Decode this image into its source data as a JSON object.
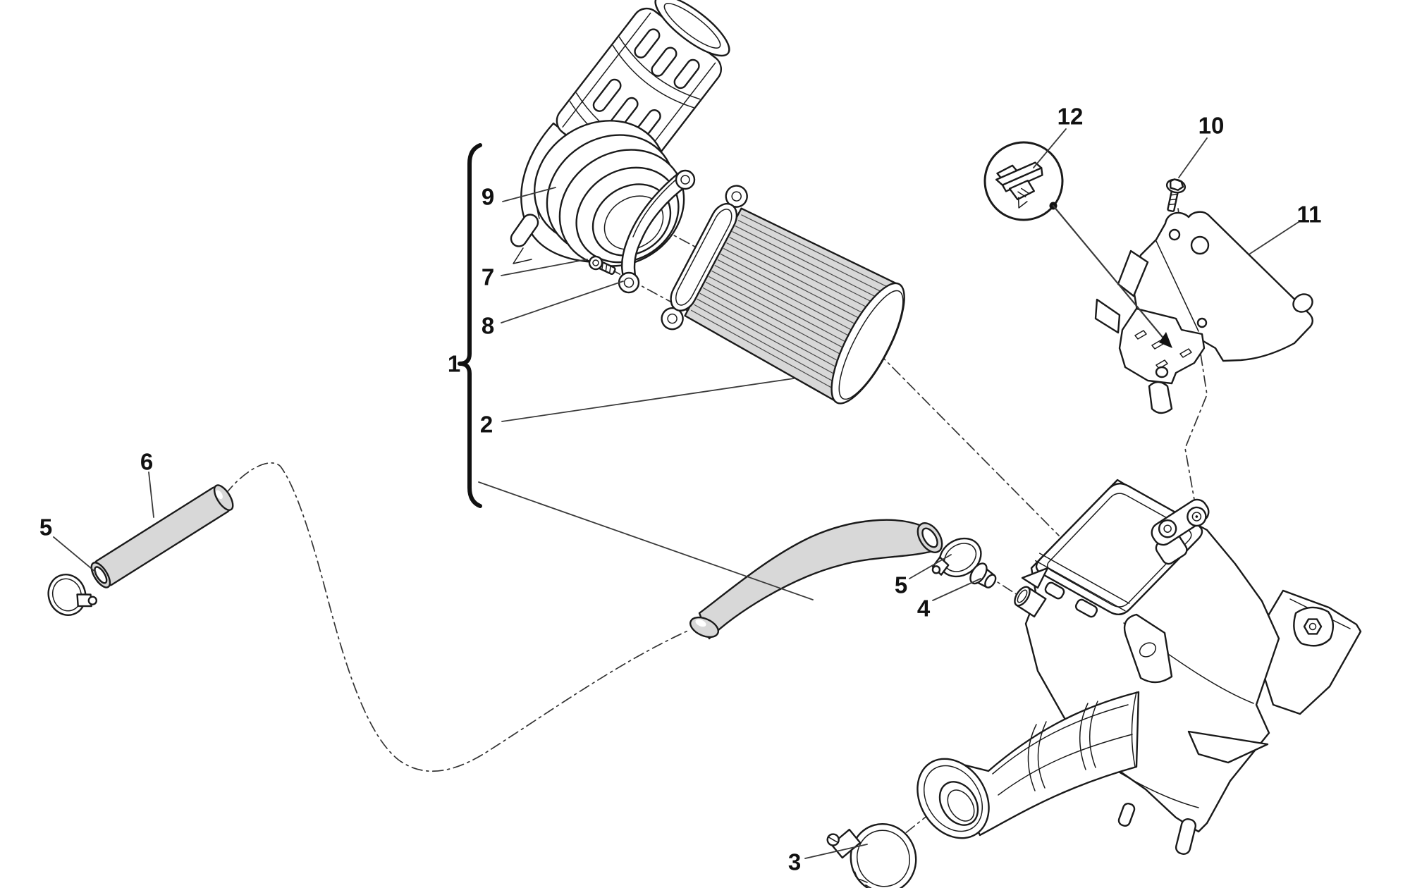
{
  "page": {
    "background": "#ffffff"
  },
  "palette": {
    "line": "#1a1a1a",
    "soft_gray": "#d8d8d8",
    "centerline": "#333333",
    "label": "#111111"
  },
  "labels": {
    "l1": "1",
    "l2": "2",
    "l3": "3",
    "l4": "4",
    "l5a": "5",
    "l5b": "5",
    "l6": "6",
    "l7": "7",
    "l8": "8",
    "l9": "9",
    "l10": "10",
    "l11": "11",
    "l12": "12"
  }
}
